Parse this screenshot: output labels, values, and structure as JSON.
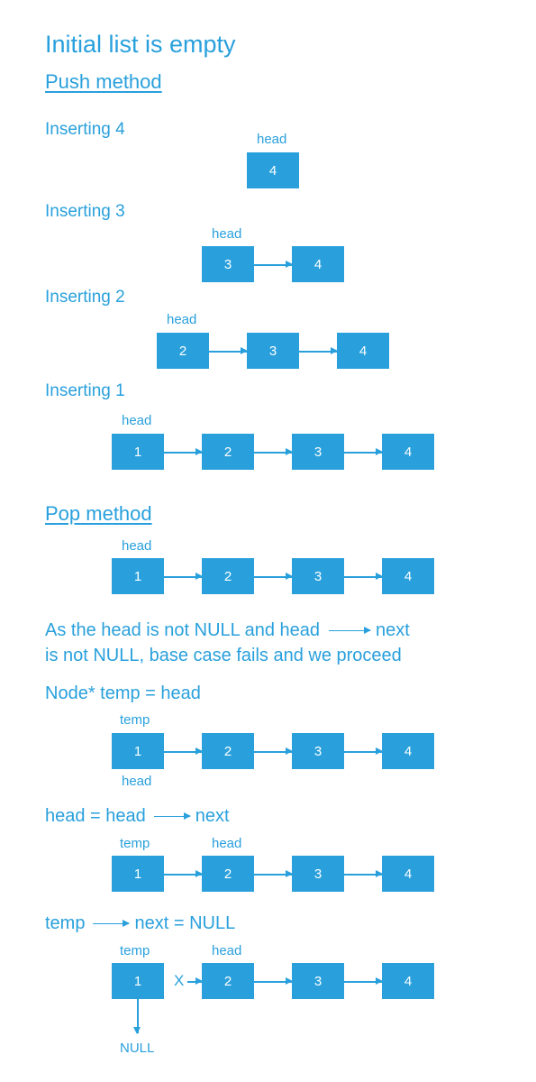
{
  "title": "Initial list is empty",
  "push_heading": "Push method",
  "pop_heading": "Pop method",
  "steps": {
    "insert4": "Inserting   4",
    "insert3": "Inserting   3",
    "insert2": "Inserting   2",
    "insert1": "Inserting   1"
  },
  "pointers": {
    "head": "head",
    "temp": "temp",
    "null": "NULL",
    "cross": "X"
  },
  "nodes": [
    "1",
    "2",
    "3",
    "4"
  ],
  "explanation": {
    "line1_a": "As  the head is not NULL  and  head",
    "line1_b": "next",
    "line2": "is not NULL,  base case fails and we proceed"
  },
  "code": {
    "temp_assign": "Node* temp = head",
    "head_assign_a": "head = head",
    "head_assign_b": "next",
    "temp_next_a": "temp",
    "temp_next_b": "next = NULL"
  },
  "colors": {
    "accent": "#29a0dc",
    "node_text": "#ffffff",
    "background": "#ffffff"
  }
}
